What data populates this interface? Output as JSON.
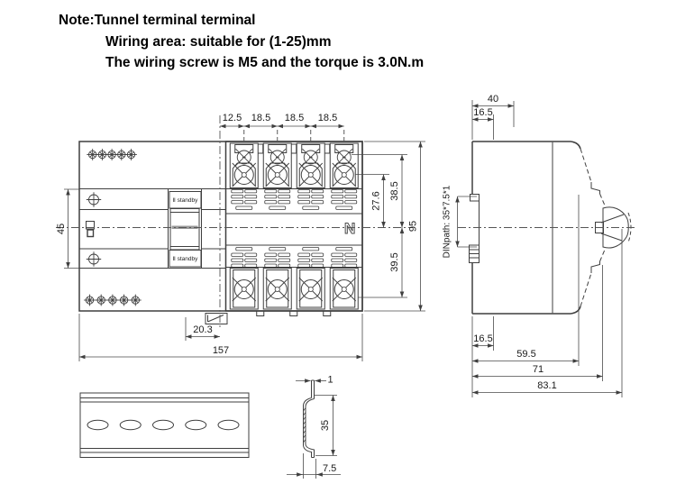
{
  "note": {
    "line1": "Note:Tunnel terminal terminal",
    "line2": "Wiring area: suitable for (1-25)mm",
    "line3": "The wiring screw is M5 and the torque is 3.0N.m"
  },
  "front": {
    "top_dims": [
      "12.5",
      "18.5",
      "18.5",
      "18.5"
    ],
    "left_dim": "45",
    "right_dims": [
      "27.6",
      "38.5",
      "39.5",
      "95"
    ],
    "bottom_dims": [
      "20.3",
      "157"
    ],
    "standby_top": "Ⅱ standby",
    "standby_bottom": "Ⅱ standby",
    "neutral_label": "N"
  },
  "side": {
    "top_dims": [
      "40",
      "16.5"
    ],
    "bottom_dims": [
      "16.5",
      "59.5",
      "71",
      "83.1"
    ],
    "din_label": "DINpath: 35*7.5*1"
  },
  "section": {
    "dims": [
      "1",
      "35",
      "7.5"
    ]
  },
  "colors": {
    "line": "#3f3f3f",
    "dim": "#4a4a4a",
    "text": "#111111",
    "background": "#ffffff"
  }
}
